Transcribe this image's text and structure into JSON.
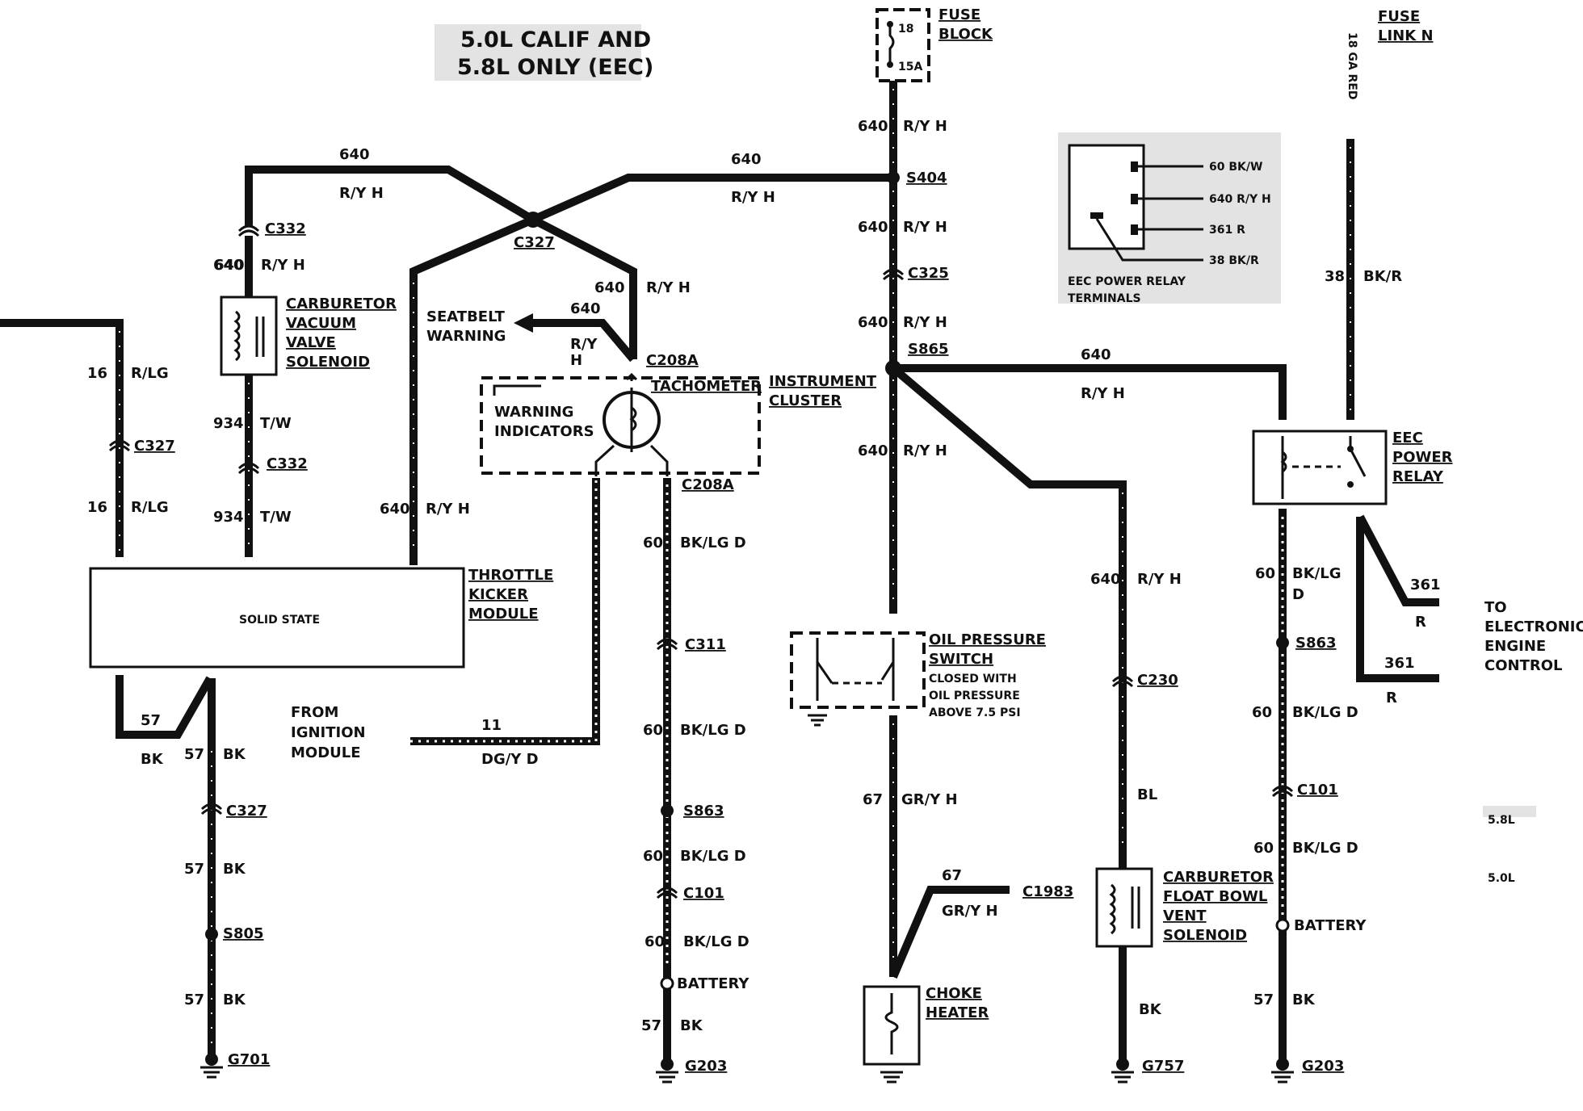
{
  "title": {
    "line1": "5.0L CALIF AND",
    "line2": "5.8L ONLY (EEC)"
  },
  "fuse_block": {
    "circuit": "18",
    "rating": "15A",
    "label1": "FUSE",
    "label2": "BLOCK"
  },
  "fuse_link": {
    "label1": "FUSE",
    "label2": "LINK N",
    "gauge": "18 GA RED"
  },
  "relay_terminals": {
    "pins": [
      "60 BK/W",
      "640 R/Y H",
      "361 R",
      "38 BK/R"
    ],
    "caption1": "EEC POWER RELAY",
    "caption2": "TERMINALS"
  },
  "components": {
    "carb_vac_solenoid": [
      "CARBURETOR",
      "VACUUM",
      "VALVE",
      "SOLENOID"
    ],
    "seatbelt": [
      "SEATBELT",
      "WARNING"
    ],
    "tachometer": "TACHOMETER",
    "instrument_cluster": [
      "INSTRUMENT",
      "CLUSTER"
    ],
    "warning_indicators": [
      "WARNING",
      "INDICATORS"
    ],
    "throttle_kicker": [
      "THROTTLE",
      "KICKER",
      "MODULE"
    ],
    "solid_state": "SOLID STATE",
    "ignition_module": [
      "FROM",
      "IGNITION",
      "MODULE"
    ],
    "oil_pressure": [
      "OIL PRESSURE",
      "SWITCH",
      "CLOSED WITH",
      "OIL PRESSURE",
      "ABOVE 7.5 PSI"
    ],
    "choke_heater": [
      "CHOKE",
      "HEATER"
    ],
    "float_bowl": [
      "CARBURETOR",
      "FLOAT BOWL",
      "VENT",
      "SOLENOID"
    ],
    "eec_relay": [
      "EEC",
      "POWER",
      "RELAY"
    ],
    "eec_control": [
      "TO",
      "ELECTRONIC",
      "ENGINE",
      "CONTROL"
    ],
    "engine_58": "5.8L",
    "engine_50": "5.0L"
  },
  "connectors": {
    "s404": "S404",
    "c325": "C325",
    "s865": "S865",
    "c327": "C327",
    "c332": "C332",
    "c208a": "C208A",
    "c311": "C311",
    "s863": "S863",
    "c101": "C101",
    "c230": "C230",
    "c1983": "C1983",
    "s805": "S805",
    "battery": "BATTERY",
    "g701": "G701",
    "g203": "G203",
    "g757": "G757"
  },
  "circuits": {
    "c640": "640",
    "ry_h": "R/Y H",
    "ry": "R/Y",
    "h": "H",
    "c16": "16",
    "rlg": "R/LG",
    "c934": "934",
    "tw": "T/W",
    "c57": "57",
    "bk": "BK",
    "c11": "11",
    "dgyd": "DG/Y D",
    "c60": "60",
    "bklgd": "BK/LG D",
    "bklg": "BK/LG",
    "d": "D",
    "c67": "67",
    "gryh": "GR/Y H",
    "bl": "BL",
    "c38": "38",
    "bkr": "BK/R",
    "c361": "361",
    "r": "R"
  }
}
